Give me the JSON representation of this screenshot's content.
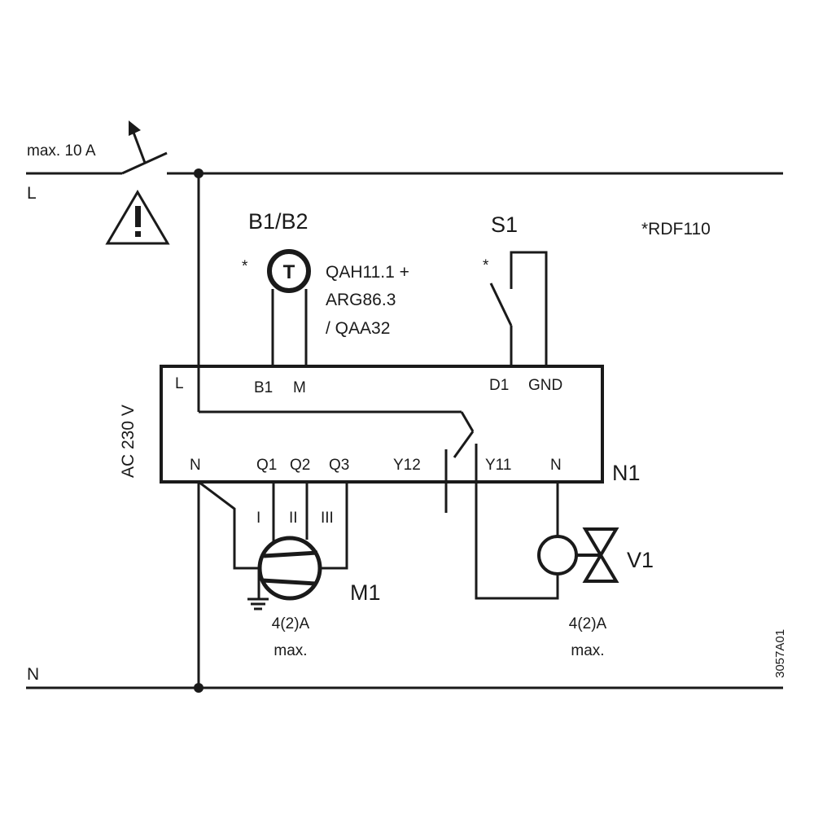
{
  "lines": {
    "L_label": "L",
    "N_label": "N",
    "switch_label": "max. 10 A"
  },
  "supply": {
    "voltage_label": "AC 230 V"
  },
  "sensor": {
    "title": "B1/B2",
    "star": "*",
    "symbol": "T",
    "model_line1": "QAH11.1 +",
    "model_line2": "ARG86.3",
    "model_line3": "/ QAA32"
  },
  "switch_s1": {
    "title": "S1",
    "star": "*"
  },
  "note": {
    "text": "*RDF110"
  },
  "controller": {
    "name": "N1",
    "terminals_top": [
      "L",
      "B1",
      "M",
      "D1",
      "GND"
    ],
    "terminals_bottom": [
      "N",
      "Q1",
      "Q2",
      "Q3",
      "Y12",
      "Y11",
      "N"
    ]
  },
  "fan": {
    "name": "M1",
    "speeds": [
      "I",
      "II",
      "III"
    ],
    "rating_line1": "4(2)A",
    "rating_line2": "max."
  },
  "valve": {
    "name": "V1",
    "rating_line1": "4(2)A",
    "rating_line2": "max."
  },
  "drawing_code": "3057A01"
}
